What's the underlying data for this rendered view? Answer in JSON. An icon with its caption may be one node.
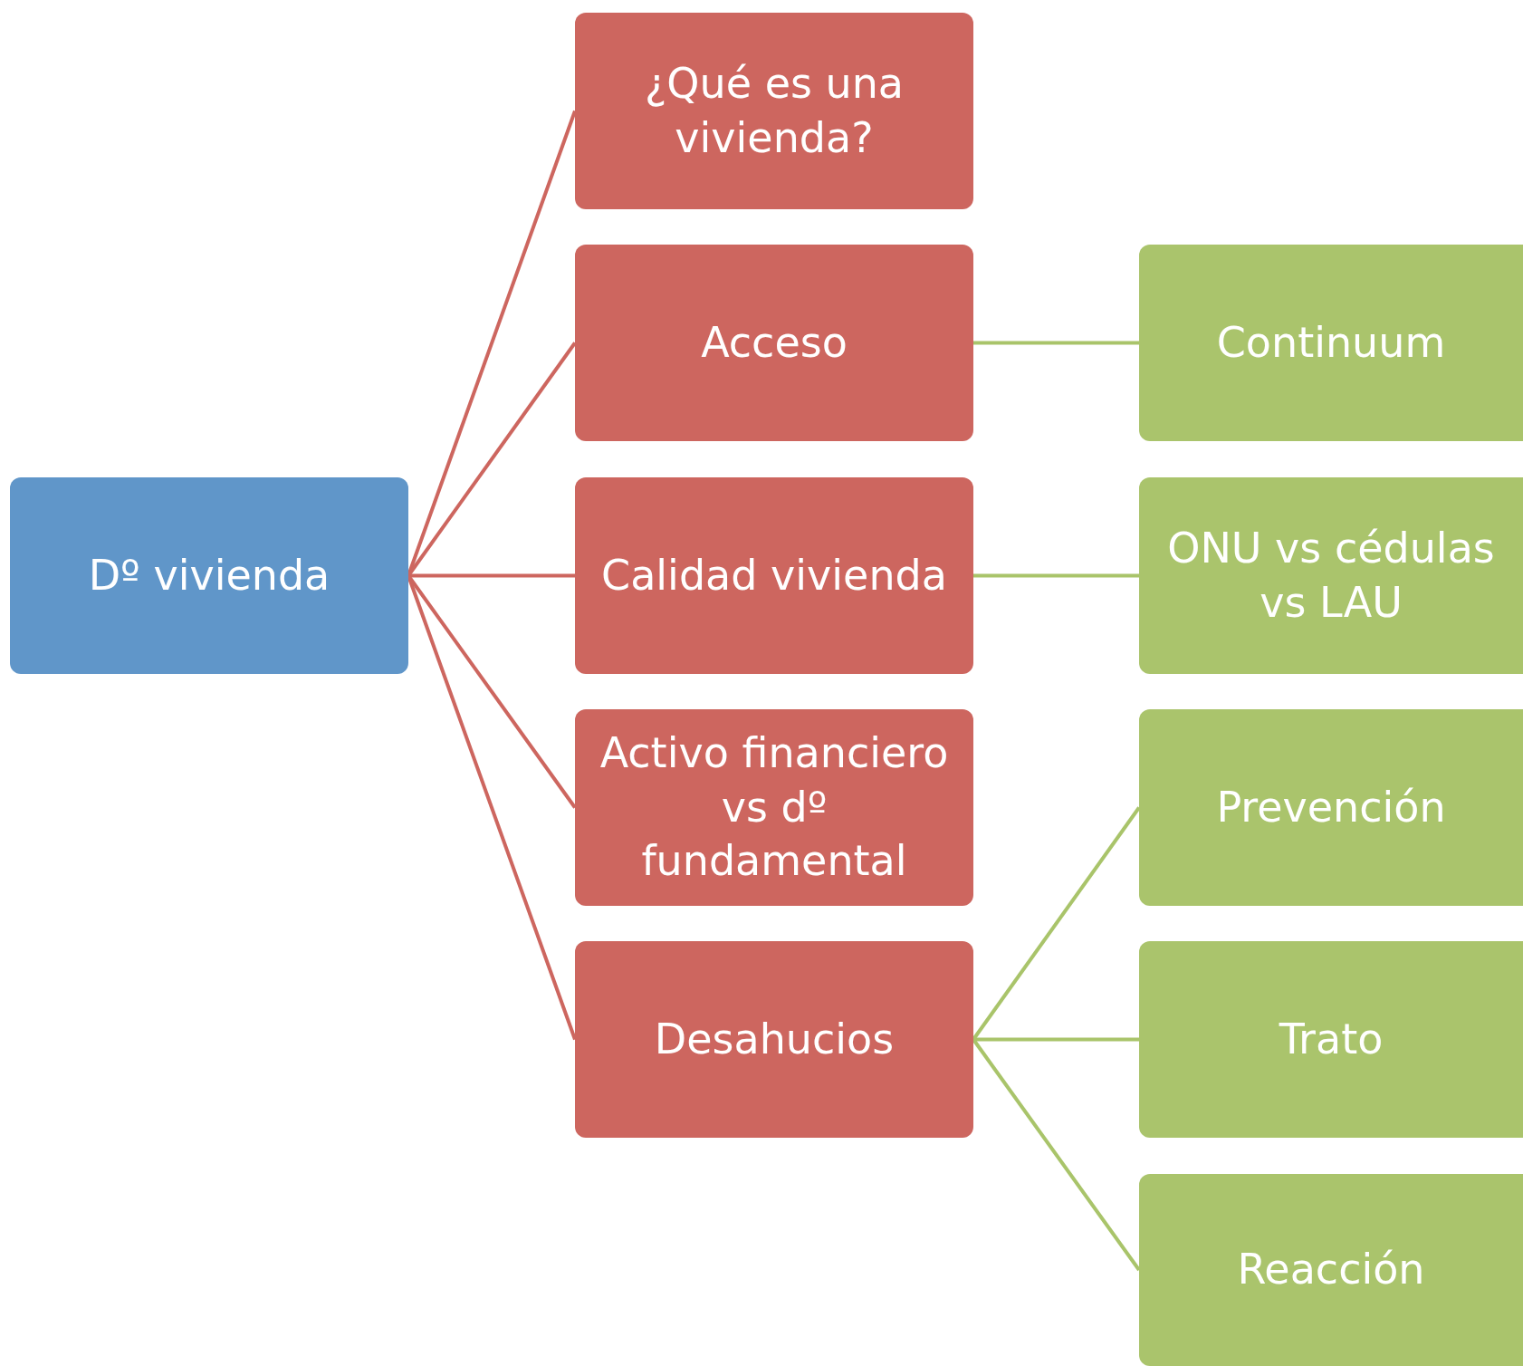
{
  "diagram": {
    "nodes": [
      {
        "text": [
          "Dº vivienda"
        ]
      },
      {
        "text": [
          "¿Qué es una vivienda?"
        ]
      },
      {
        "text": [
          "Acceso"
        ]
      },
      {
        "text": [
          "Calidad vivienda"
        ]
      },
      {
        "text": [
          "Activo financiero vs dº fundamental"
        ]
      },
      {
        "text": [
          "Desahucios"
        ]
      },
      {
        "text": [
          "Continuum"
        ]
      },
      {
        "text": [
          "ONU vs cédulas vs LAU"
        ]
      },
      {
        "text": [
          "Prevención"
        ]
      },
      {
        "text": [
          "Trato"
        ]
      },
      {
        "text": [
          "Reacción"
        ]
      }
    ],
    "edges": [
      {
        "from": 0,
        "to": 1,
        "arrow": "none"
      },
      {
        "from": 0,
        "to": 2,
        "arrow": "none"
      },
      {
        "from": 0,
        "to": 3,
        "arrow": "none"
      },
      {
        "from": 0,
        "to": 4,
        "arrow": "none"
      },
      {
        "from": 0,
        "to": 5,
        "arrow": "none"
      },
      {
        "from": 2,
        "to": 6,
        "arrow": "none",
        "color": "#a9c46a"
      },
      {
        "from": 3,
        "to": 7,
        "arrow": "none",
        "color": "#a9c46a"
      },
      {
        "from": 5,
        "to": 8,
        "arrow": "none",
        "color": "#a9c46a"
      },
      {
        "from": 5,
        "to": 9,
        "arrow": "none",
        "color": "#a9c46a"
      },
      {
        "from": 5,
        "to": 10,
        "arrow": "none",
        "color": "#a9c46a"
      }
    ]
  }
}
